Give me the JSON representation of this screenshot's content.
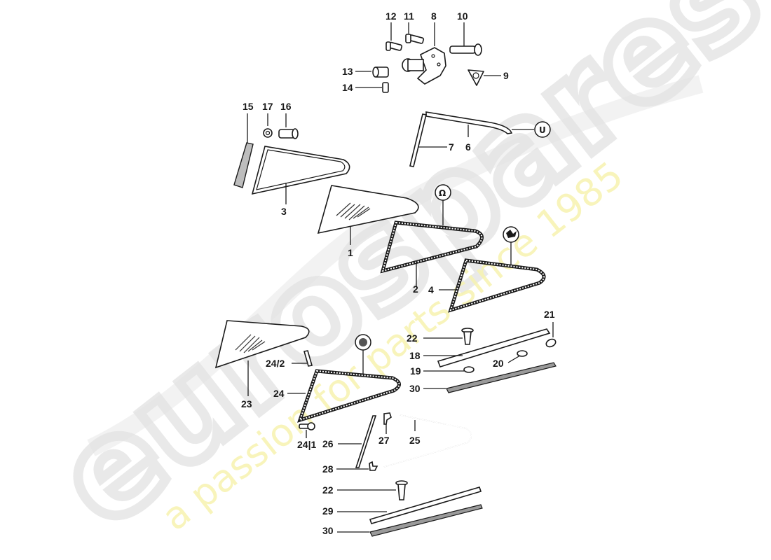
{
  "diagram": {
    "type": "exploded parts diagram",
    "subject": "rear quarter window glass, seals, trims and hinge hardware",
    "watermark": {
      "brand": "eurospares",
      "tagline": "a passion for parts since 1985",
      "brand_color": "#e2e2e2",
      "tagline_color": "#f7f3b0"
    },
    "callouts": [
      {
        "id": "c12",
        "label": "12"
      },
      {
        "id": "c11",
        "label": "11"
      },
      {
        "id": "c8",
        "label": "8"
      },
      {
        "id": "c10",
        "label": "10"
      },
      {
        "id": "c13",
        "label": "13"
      },
      {
        "id": "c9",
        "label": "9"
      },
      {
        "id": "c14",
        "label": "14"
      },
      {
        "id": "c15",
        "label": "15"
      },
      {
        "id": "c17",
        "label": "17"
      },
      {
        "id": "c16",
        "label": "16"
      },
      {
        "id": "c7",
        "label": "7"
      },
      {
        "id": "c6",
        "label": "6"
      },
      {
        "id": "c3",
        "label": "3"
      },
      {
        "id": "c1",
        "label": "1"
      },
      {
        "id": "c2",
        "label": "2"
      },
      {
        "id": "c4",
        "label": "4"
      },
      {
        "id": "c21",
        "label": "21"
      },
      {
        "id": "c22a",
        "label": "22"
      },
      {
        "id": "c18",
        "label": "18"
      },
      {
        "id": "c20",
        "label": "20"
      },
      {
        "id": "c19",
        "label": "19"
      },
      {
        "id": "c30a",
        "label": "30"
      },
      {
        "id": "c23",
        "label": "23"
      },
      {
        "id": "c24_2",
        "label": "24/2"
      },
      {
        "id": "c24",
        "label": "24"
      },
      {
        "id": "c24_1",
        "label": "24|1"
      },
      {
        "id": "c26",
        "label": "26"
      },
      {
        "id": "c27",
        "label": "27"
      },
      {
        "id": "c25",
        "label": "25"
      },
      {
        "id": "c28",
        "label": "28"
      },
      {
        "id": "c22b",
        "label": "22"
      },
      {
        "id": "c29",
        "label": "29"
      },
      {
        "id": "c30b",
        "label": "30"
      }
    ],
    "symbols": {
      "s6": "U",
      "s2": "Ω",
      "s4": "variant-symbol",
      "s24": "variant-symbol"
    }
  }
}
